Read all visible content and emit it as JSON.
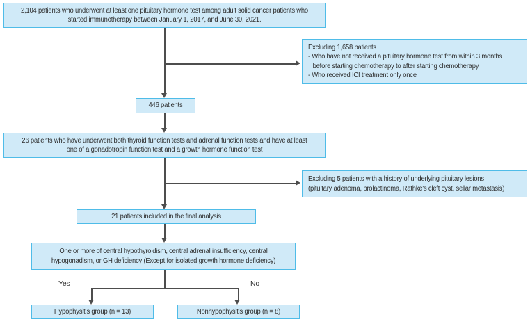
{
  "colors": {
    "box_border": "#4fbce8",
    "box_fill": "#d0eaf8",
    "line": "#4d4d4d",
    "text": "#2e2e2e"
  },
  "flowchart": {
    "initial_cohort": {
      "lines": [
        "2,104 patients who underwent at least one pituitary hormone test among adult solid cancer patients who",
        "started immunotherapy between January 1, 2017, and June 30, 2021."
      ]
    },
    "exclusion1": {
      "lines": [
        "Excluding 1,658 patients",
        "- Who have not received a pituitary hormone test from within 3 months",
        "before starting chemotherapy to after starting chemotherapy",
        "- Who received ICI treatment only once"
      ]
    },
    "patients_446": {
      "label": "446 patients"
    },
    "tested_cohort": {
      "lines": [
        "26 patients who have underwent both thyroid function tests and adrenal function tests and have at least",
        "one of a gonadotropin function test and a growth hormone function test"
      ]
    },
    "exclusion2": {
      "lines": [
        "Excluding 5 patients with a history of underlying pituitary lesions",
        "(pituitary adenoma, prolactinoma, Rathke's cleft cyst, sellar metastasis)"
      ]
    },
    "final_analysis": {
      "label": "21 patients included in the final analysis"
    },
    "criteria": {
      "lines": [
        "One or more of central hypothyroidism, central adrenal insufficiency, central",
        "hypogonadism, or GH deficiency (Except for isolated growth hormone deficiency)"
      ]
    },
    "branch_yes": "Yes",
    "branch_no": "No",
    "hypophysitis_group": {
      "label": "Hypophysitis group (n = 13)"
    },
    "nonhypophysitis_group": {
      "label": "Nonhypophysitis group (n = 8)"
    }
  }
}
